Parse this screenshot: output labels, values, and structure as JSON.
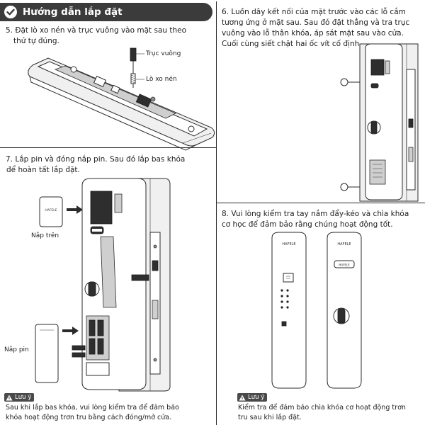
{
  "header": {
    "title": "Hướng dẫn lắp đặt",
    "icon": "check-circle-icon"
  },
  "steps": {
    "step5": {
      "line1": "5. Đặt lò xo nén và trục vuông vào mặt sau theo",
      "line2": "thứ tự đúng.",
      "callout_square_shaft": "Trục vuông",
      "callout_spring": "Lò xo nén"
    },
    "step6": {
      "line1": "6.  Luồn dây kết nối của mặt trước vào các lỗ cắm",
      "line2": "tương ứng ở mặt sau. Sau đó đặt thẳng và tra trục",
      "line3": "vuông vào lỗ thân khóa, áp sát mặt sau vào cửa.",
      "line4": "Cuối cùng siết chặt hai ốc vít cố định."
    },
    "step7": {
      "line1": "7. Lắp pin và đóng nắp pin. Sau đó lắp bas khóa",
      "line2": "để hoàn tất lắp đặt.",
      "callout_top_cover": "Nắp trên",
      "callout_battery_cover": "Nắp pin"
    },
    "step8": {
      "line1": "8. Vui lòng kiểm tra tay nắm đẩy-kéo và chìa khóa",
      "line2": "cơ học để đảm bảo rằng chúng hoạt động tốt."
    }
  },
  "notes": {
    "left": {
      "label": "Lưu ý",
      "line1": "Sau khi lắp bas khóa, vui lòng kiểm tra để đảm bảo",
      "line2": "khóa hoạt động trơn tru bằng cách đóng/mở cửa."
    },
    "right": {
      "label": "Lưu ý",
      "line1": "Kiểm tra để đảm bảo chìa khóa cơ hoạt động trơn",
      "line2": "tru sau khi lắp đặt."
    }
  },
  "product": {
    "brand": "HAFELE",
    "badge": "HAFELE"
  },
  "colors": {
    "header_bg": "#3b3b3b",
    "line_art": "#2b2b2b",
    "note_bg": "#4a4a4a"
  }
}
